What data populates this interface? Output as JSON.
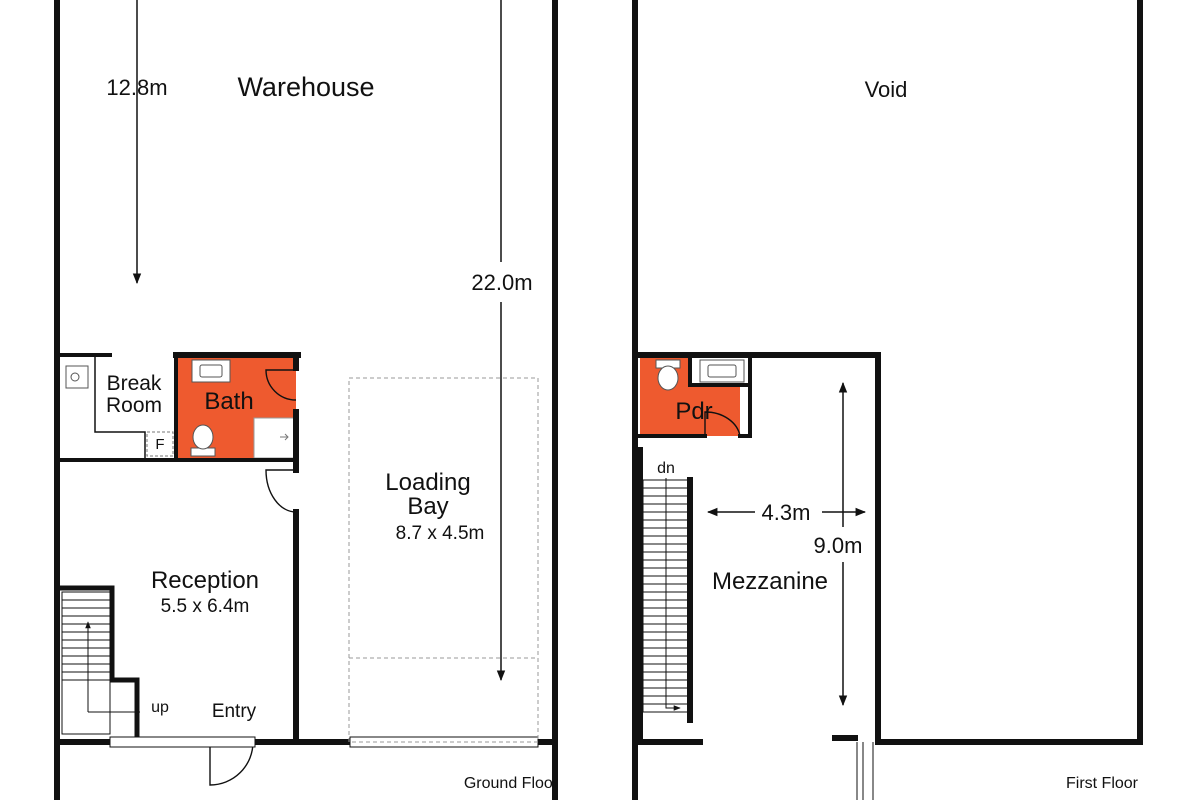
{
  "ground_floor": {
    "floor_label": "Ground Floor",
    "rooms": {
      "warehouse": "Warehouse",
      "break_room_line1": "Break",
      "break_room_line2": "Room",
      "bath": "Bath",
      "fridge": "F",
      "loading_bay_line1": "Loading",
      "loading_bay_line2": "Bay",
      "loading_bay_size": "8.7 x 4.5m",
      "reception": "Reception",
      "reception_size": "5.5 x 6.4m",
      "entry": "Entry",
      "stairs_up": "up"
    },
    "dimensions": {
      "width": "12.8m",
      "length": "22.0m"
    }
  },
  "first_floor": {
    "floor_label": "First Floor",
    "rooms": {
      "void": "Void",
      "powder": "Pdr",
      "mezzanine": "Mezzanine",
      "stairs_down": "dn"
    },
    "dimensions": {
      "width": "4.3m",
      "length": "9.0m"
    }
  },
  "colors": {
    "wet_area": "#EE5A2F",
    "wall": "#111111",
    "background": "#FFFFFF"
  }
}
